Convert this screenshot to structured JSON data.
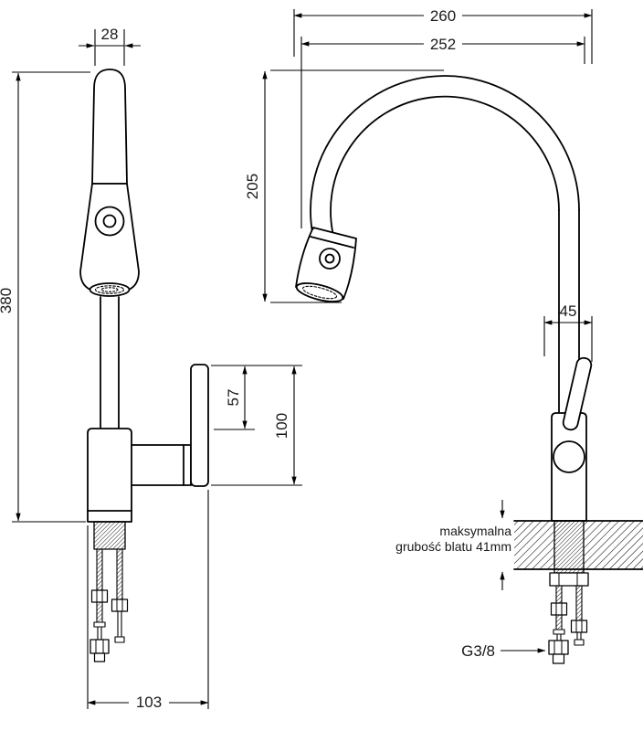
{
  "page": {
    "background": "#ffffff",
    "line_color": "#000000"
  },
  "drawing": {
    "type": "technical-dimension-drawing",
    "subject": "kitchen pull-out faucet, two orthographic views",
    "front_view": {
      "dimensions": {
        "spout_top_width": "28",
        "overall_height": "380",
        "handle_offset": "57",
        "handle_height": "100",
        "base_span": "103"
      }
    },
    "side_view": {
      "dimensions": {
        "overall_width": "260",
        "spout_reach": "252",
        "spout_height": "205",
        "outlet_offset": "45"
      },
      "countertop_note": {
        "line1": "maksymalna",
        "line2": "grubość blatu 41mm"
      },
      "connection_thread": "G3/8"
    }
  }
}
